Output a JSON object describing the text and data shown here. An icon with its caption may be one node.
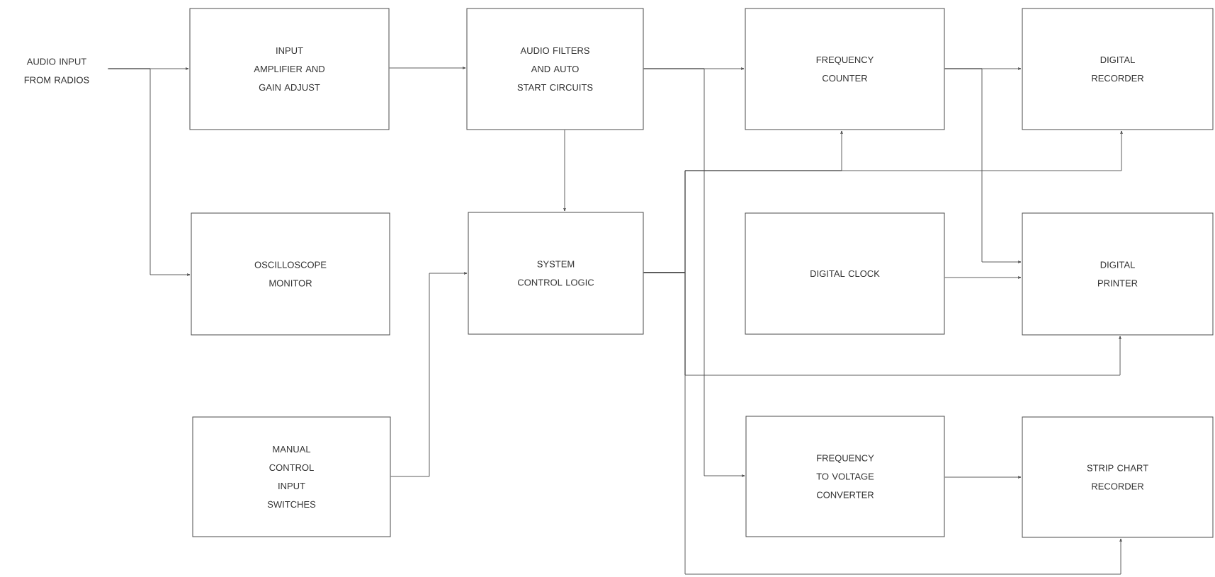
{
  "diagram": {
    "nodes": [
      {
        "text": [
          "AUDIO INPUT FROM RADIOS"
        ]
      },
      {
        "text": [
          "INPUT AMPLIFIER AND GAIN ADJUST"
        ]
      },
      {
        "text": [
          "AUDIO FILTERS AND AUTO START CIRCUITS"
        ]
      },
      {
        "text": [
          "FREQUENCY COUNTER"
        ]
      },
      {
        "text": [
          "DIGITAL RECORDER"
        ]
      },
      {
        "text": [
          "OSCILLOSCOPE MONITOR"
        ]
      },
      {
        "text": [
          "SYSTEM CONTROL LOGIC"
        ]
      },
      {
        "text": [
          "DIGITAL CLOCK"
        ]
      },
      {
        "text": [
          "DIGITAL PRINTER"
        ]
      },
      {
        "text": [
          "MANUAL CONTROL INPUT SWITCHES"
        ]
      },
      {
        "text": [
          "FREQUENCY TO VOLTAGE CONVERTER"
        ]
      },
      {
        "text": [
          "STRIP CHART RECORDER"
        ]
      }
    ],
    "edges": [
      {
        "from": 0,
        "to": 1,
        "arrow": "to"
      },
      {
        "from": 0,
        "to": 5,
        "arrow": "to"
      },
      {
        "from": 1,
        "to": 2,
        "arrow": "to"
      },
      {
        "from": 2,
        "to": 3,
        "arrow": "to"
      },
      {
        "from": 2,
        "to": 10,
        "arrow": "to"
      },
      {
        "from": 2,
        "to": 6,
        "arrow": "to"
      },
      {
        "from": 9,
        "to": 6,
        "arrow": "to"
      },
      {
        "from": 3,
        "to": 4,
        "arrow": "to"
      },
      {
        "from": 3,
        "to": 8,
        "arrow": "to"
      },
      {
        "from": 7,
        "to": 8,
        "arrow": "to"
      },
      {
        "from": 10,
        "to": 11,
        "arrow": "to"
      },
      {
        "from": 6,
        "to": 3,
        "arrow": "to"
      },
      {
        "from": 6,
        "to": 4,
        "arrow": "to"
      },
      {
        "from": 6,
        "to": 8,
        "arrow": "to"
      },
      {
        "from": 6,
        "to": 11,
        "arrow": "to"
      }
    ]
  }
}
